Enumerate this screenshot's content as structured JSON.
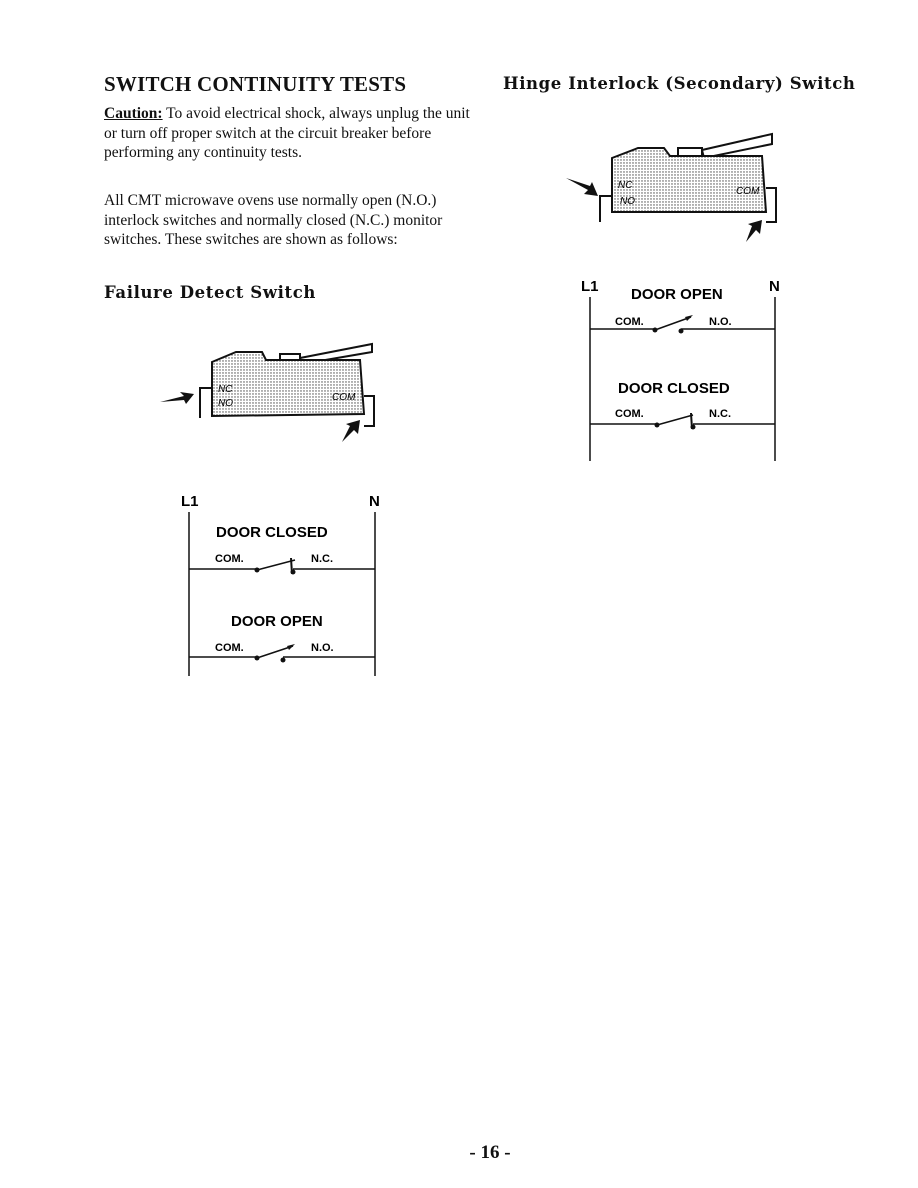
{
  "left_column": {
    "title": "SWITCH CONTINUITY TESTS",
    "caution_label": "Caution:",
    "caution_text": " To avoid electrical shock, always unplug the unit or turn off proper switch at the circuit breaker before performing any continuity tests.",
    "body_text": "All CMT microwave ovens use normally open (N.O.) interlock switches and normally closed (N.C.) monitor switches. These switches are shown as follows:",
    "failure_heading": "Failure Detect Switch",
    "switch_labels": {
      "nc": "NC",
      "no": "NO",
      "com": "COM"
    },
    "circuit": {
      "l1": "L1",
      "n": "N",
      "top_state": "DOOR CLOSED",
      "top_com": "COM.",
      "top_contact": "N.C.",
      "bottom_state": "DOOR OPEN",
      "bottom_com": "COM.",
      "bottom_contact": "N.O."
    }
  },
  "right_column": {
    "hinge_heading": "Hinge Interlock (Secondary) Switch",
    "switch_labels": {
      "nc": "NC",
      "no": "NO",
      "com": "COM"
    },
    "circuit": {
      "l1": "L1",
      "n": "N",
      "top_state": "DOOR OPEN",
      "top_com": "COM.",
      "top_contact": "N.O.",
      "bottom_state": "DOOR CLOSED",
      "bottom_com": "COM.",
      "bottom_contact": "N.C."
    }
  },
  "footer": {
    "page_number": "- 16 -"
  }
}
